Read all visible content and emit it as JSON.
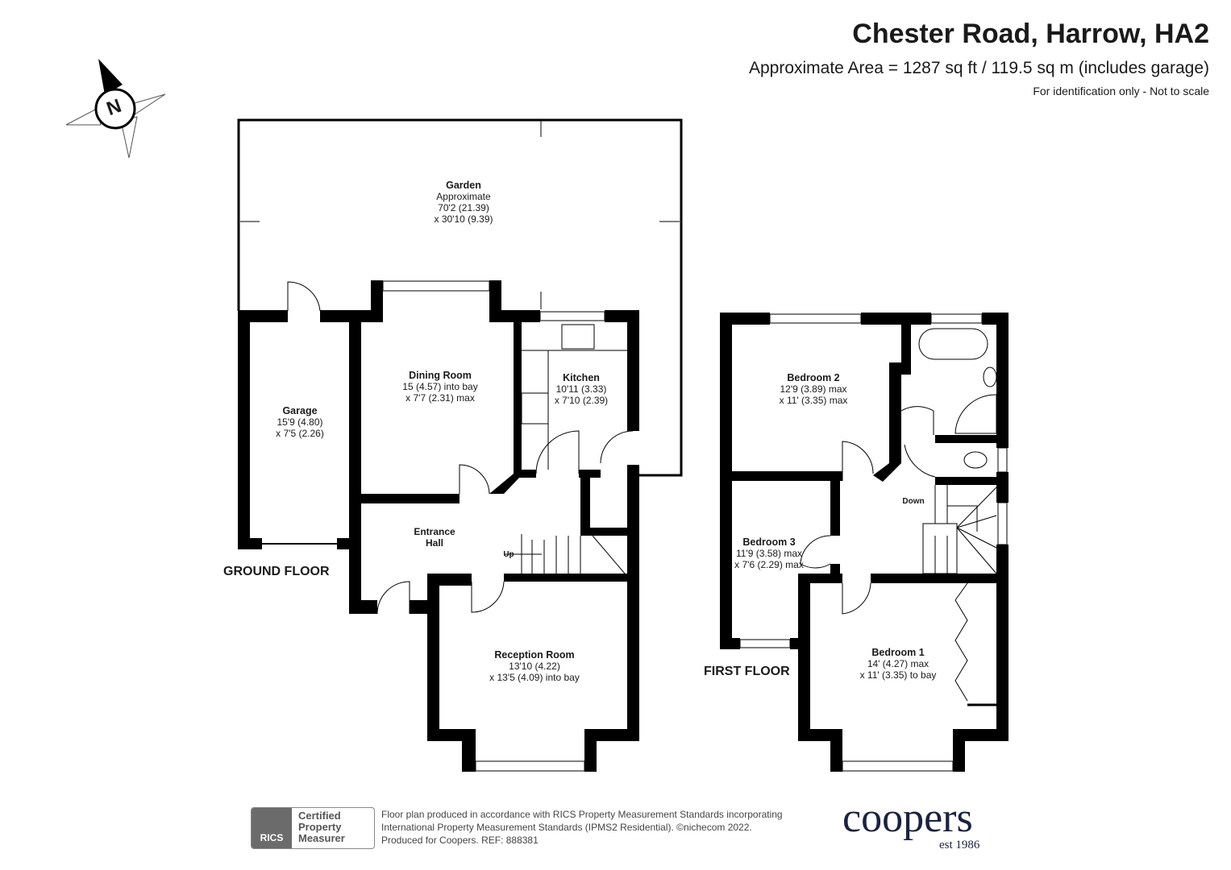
{
  "header": {
    "title": "Chester Road, Harrow, HA2",
    "area": "Approximate Area = 1287 sq ft / 119.5 sq m (includes garage)",
    "note": "For identification only - Not to scale"
  },
  "compass": {
    "label": "N"
  },
  "ground_floor": {
    "label": "GROUND FLOOR",
    "rooms": [
      {
        "name": "Garden",
        "l1": "Approximate",
        "l2": "70'2 (21.39)",
        "l3": "x 30'10 (9.39)"
      },
      {
        "name": "Garage",
        "l1": "15'9 (4.80)",
        "l2": "x 7'5 (2.26)"
      },
      {
        "name": "Dining Room",
        "l1": "15 (4.57) into bay",
        "l2": "x 7'7 (2.31) max"
      },
      {
        "name": "Kitchen",
        "l1": "10'11 (3.33)",
        "l2": "x 7'10 (2.39)"
      },
      {
        "name": "Entrance",
        "l1": "Hall"
      },
      {
        "name": "Reception Room",
        "l1": "13'10 (4.22)",
        "l2": "x 13'5 (4.09) into bay"
      }
    ],
    "stairs_label": "Up"
  },
  "first_floor": {
    "label": "FIRST FLOOR",
    "rooms": [
      {
        "name": "Bedroom 2",
        "l1": "12'9 (3.89) max",
        "l2": "x 11' (3.35) max"
      },
      {
        "name": "Bedroom 3",
        "l1": "11'9 (3.58) max",
        "l2": "x 7'6 (2.29) max"
      },
      {
        "name": "Bedroom 1",
        "l1": "14' (4.27) max",
        "l2": "x 11' (3.35) to bay"
      }
    ],
    "stairs_label": "Down"
  },
  "footer": {
    "rics_logo": "RICS",
    "cert": [
      "Certified",
      "Property",
      "Measurer"
    ],
    "line1": "Floor plan produced in accordance with RICS Property Measurement Standards incorporating",
    "line2": "International Property Measurement Standards (IPMS2 Residential).  ©nichecom 2022.",
    "line3": "Produced for Coopers.   REF: 888381",
    "brand": "coopers",
    "est": "est 1986"
  }
}
